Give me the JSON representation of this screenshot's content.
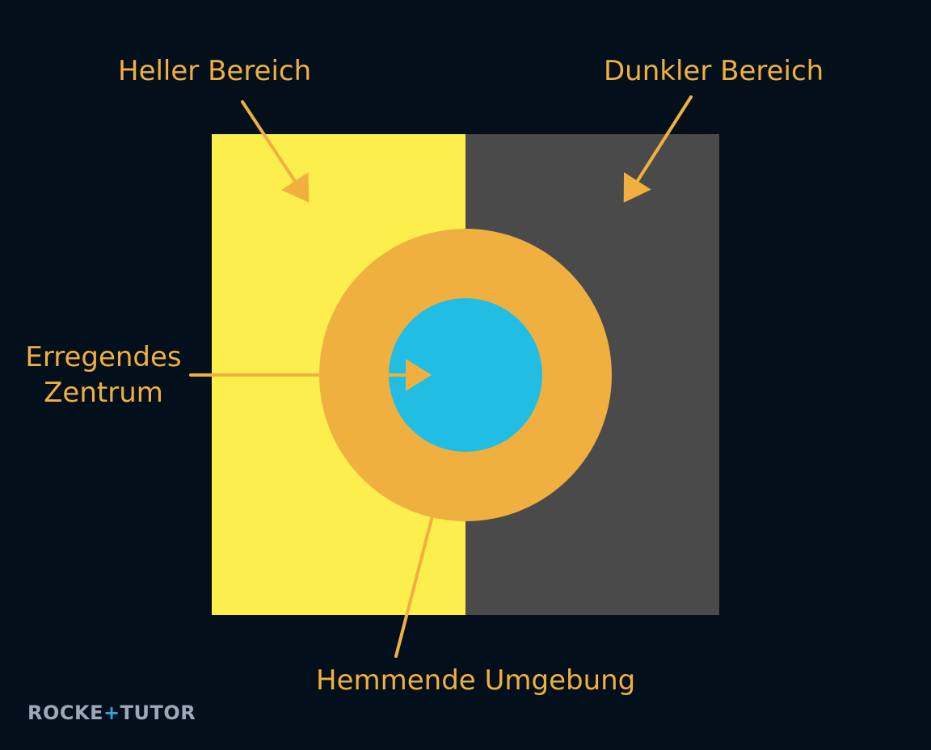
{
  "labels": {
    "bright_area": "Heller Bereich",
    "dark_area": "Dunkler Bereich",
    "excitatory_center_line1": "Erregendes",
    "excitatory_center_line2": "Zentrum",
    "inhibitory_surround": "Hemmende Umgebung"
  },
  "logo": {
    "part_a": "ROCKE",
    "plus": "+",
    "part_b": "TUTOR"
  },
  "colors": {
    "background": "#03101b",
    "bright_area": "#fcee4c",
    "dark_area": "#4a4a4a",
    "surround_ring": "#f0b040",
    "center": "#22bde3",
    "arrows_and_text": "#f0b040"
  }
}
